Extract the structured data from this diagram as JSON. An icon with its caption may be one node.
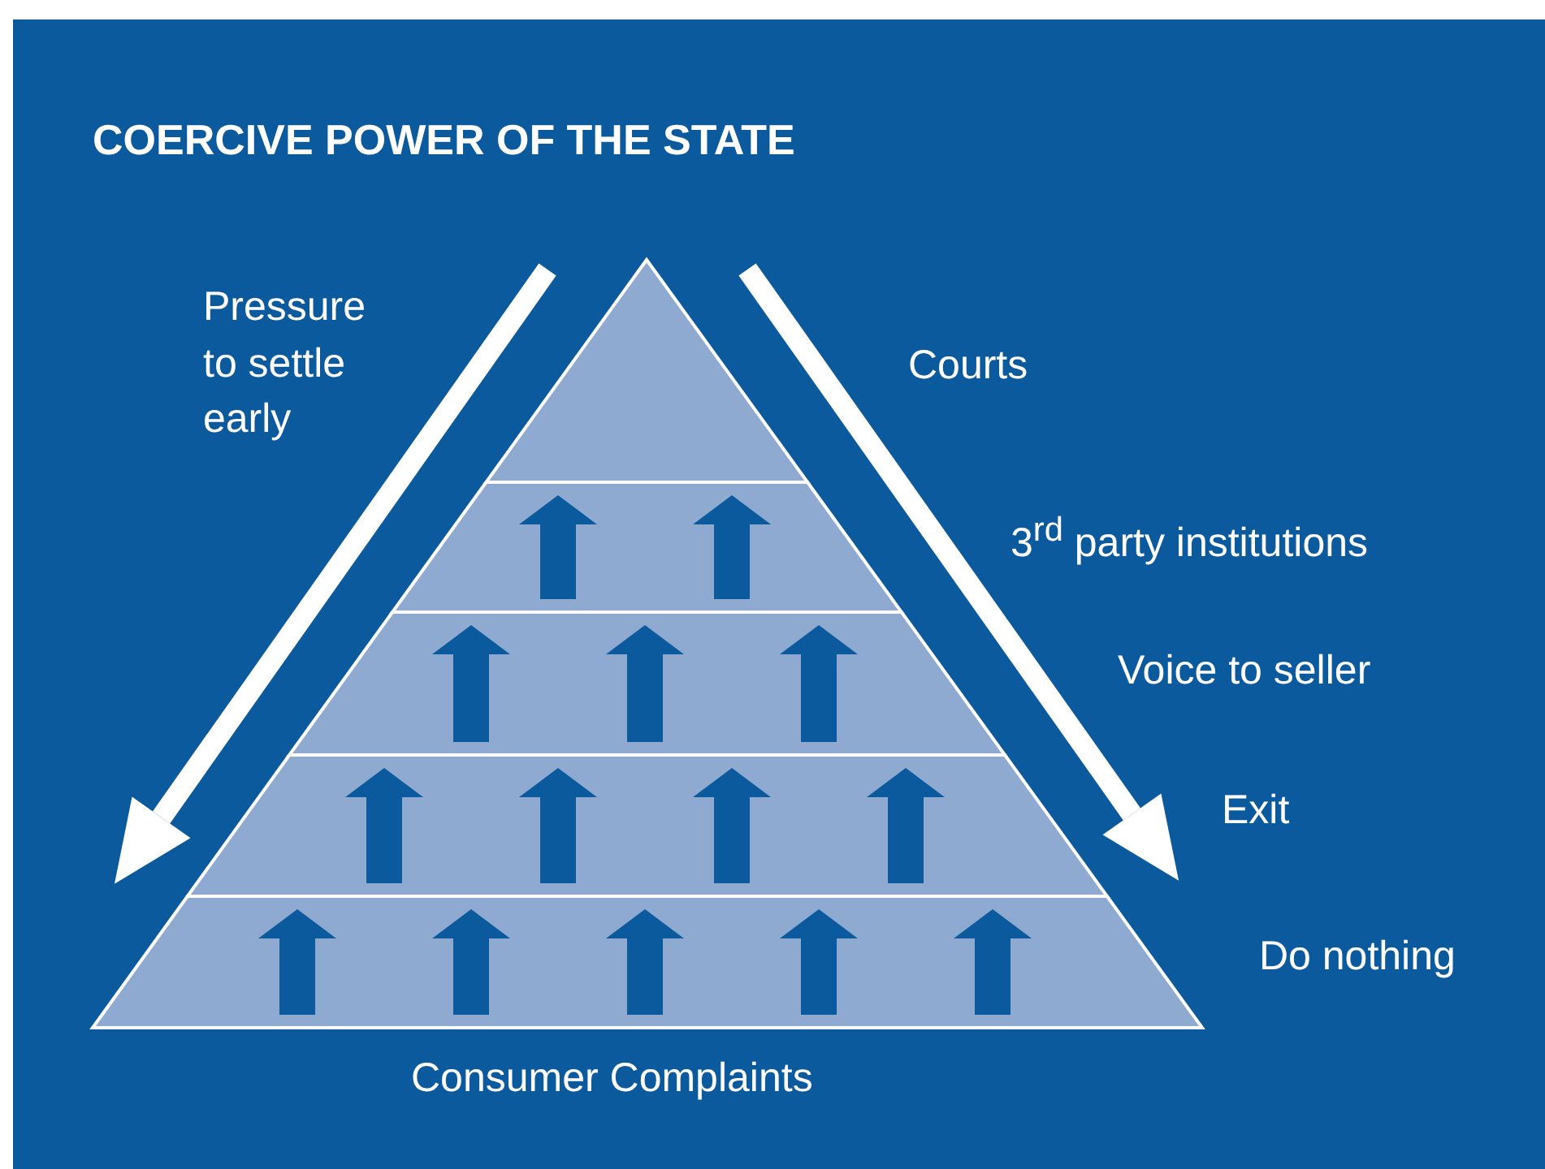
{
  "diagram": {
    "title": "COERCIVE POWER OF THE STATE",
    "nodes": [
      {
        "text": [
          "Courts"
        ]
      },
      {
        "text": [
          "3$^{rd}$ party institutions"
        ]
      },
      {
        "text": [
          "Voice to seller"
        ]
      },
      {
        "text": [
          "Exit"
        ]
      },
      {
        "text": [
          "Do nothing"
        ]
      }
    ],
    "labels": [
      "Pressure to settle early",
      "Consumer Complaints"
    ]
  }
}
